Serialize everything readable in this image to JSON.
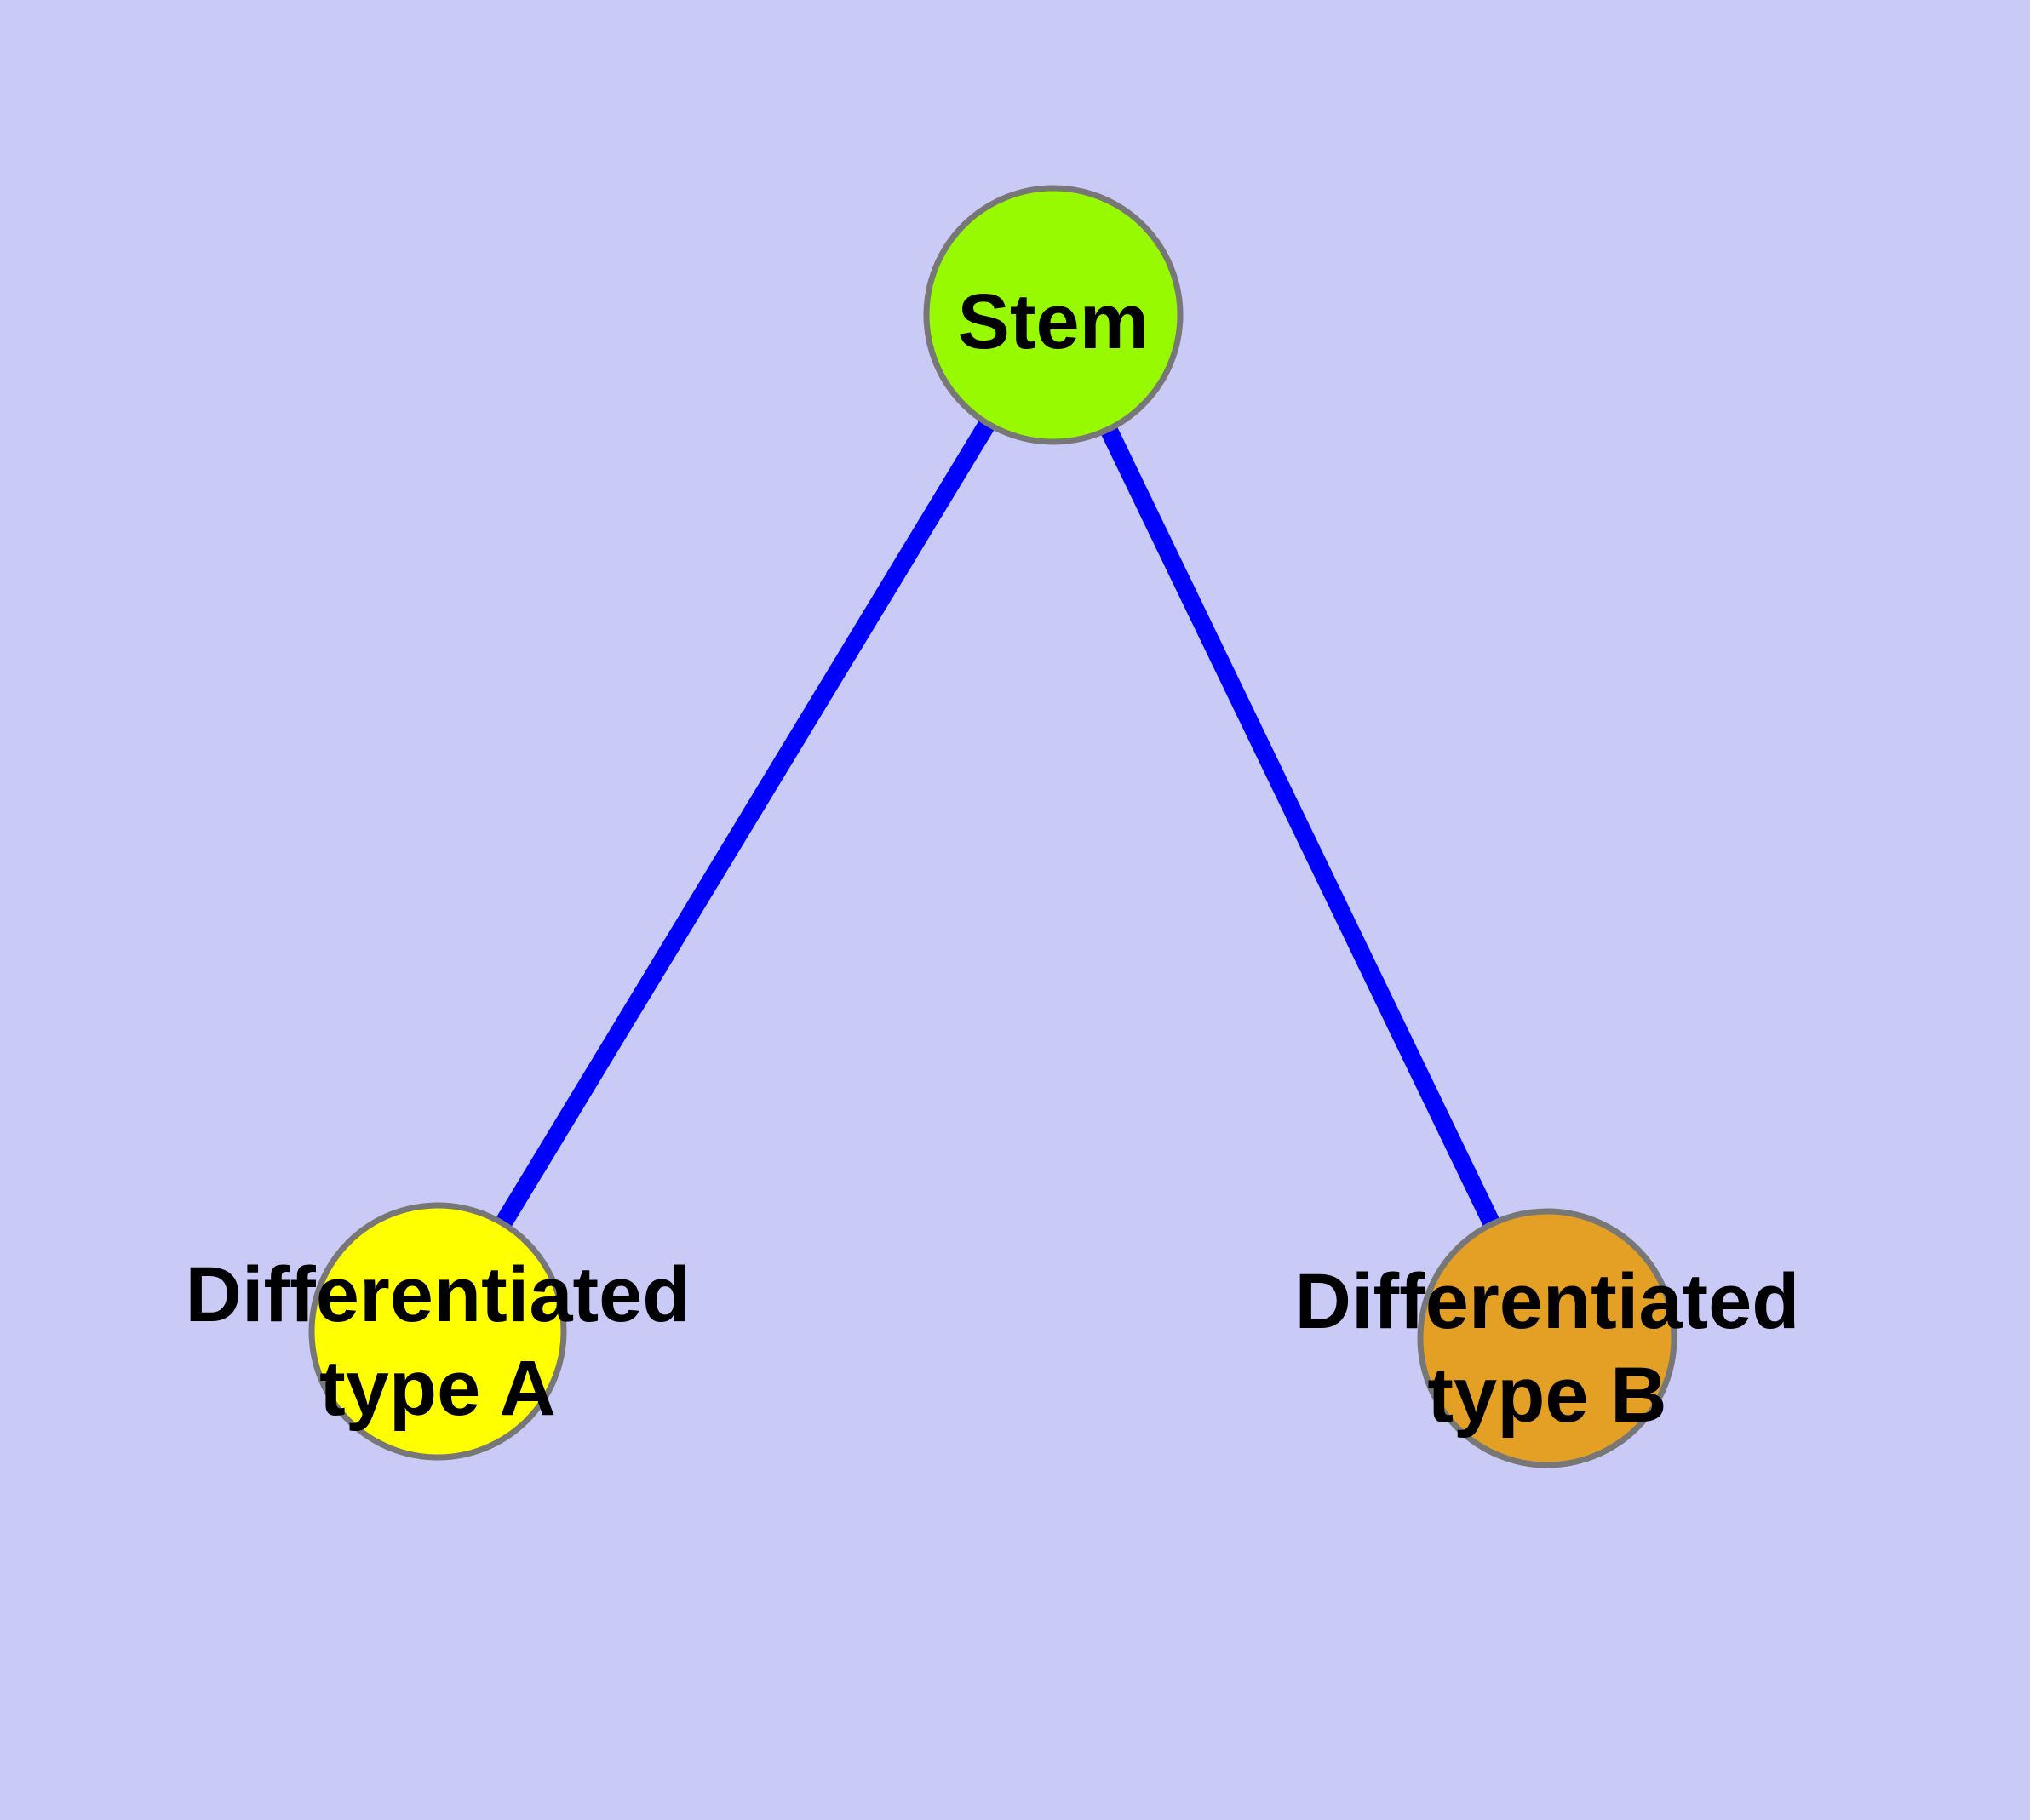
{
  "diagram": {
    "background_color": "#CACAF6",
    "edge_color": "#0000FF",
    "node_border_color": "#777777",
    "label_color": "#000000",
    "nodes": {
      "stem": {
        "label": "Stem",
        "fill": "#97FA00"
      },
      "type_a": {
        "label_line1": "Differentiated",
        "label_line2": "type A",
        "fill": "#FFFF00"
      },
      "type_b": {
        "label_line1": "Differentiated",
        "label_line2": "type B",
        "fill": "#E3A024"
      }
    }
  }
}
